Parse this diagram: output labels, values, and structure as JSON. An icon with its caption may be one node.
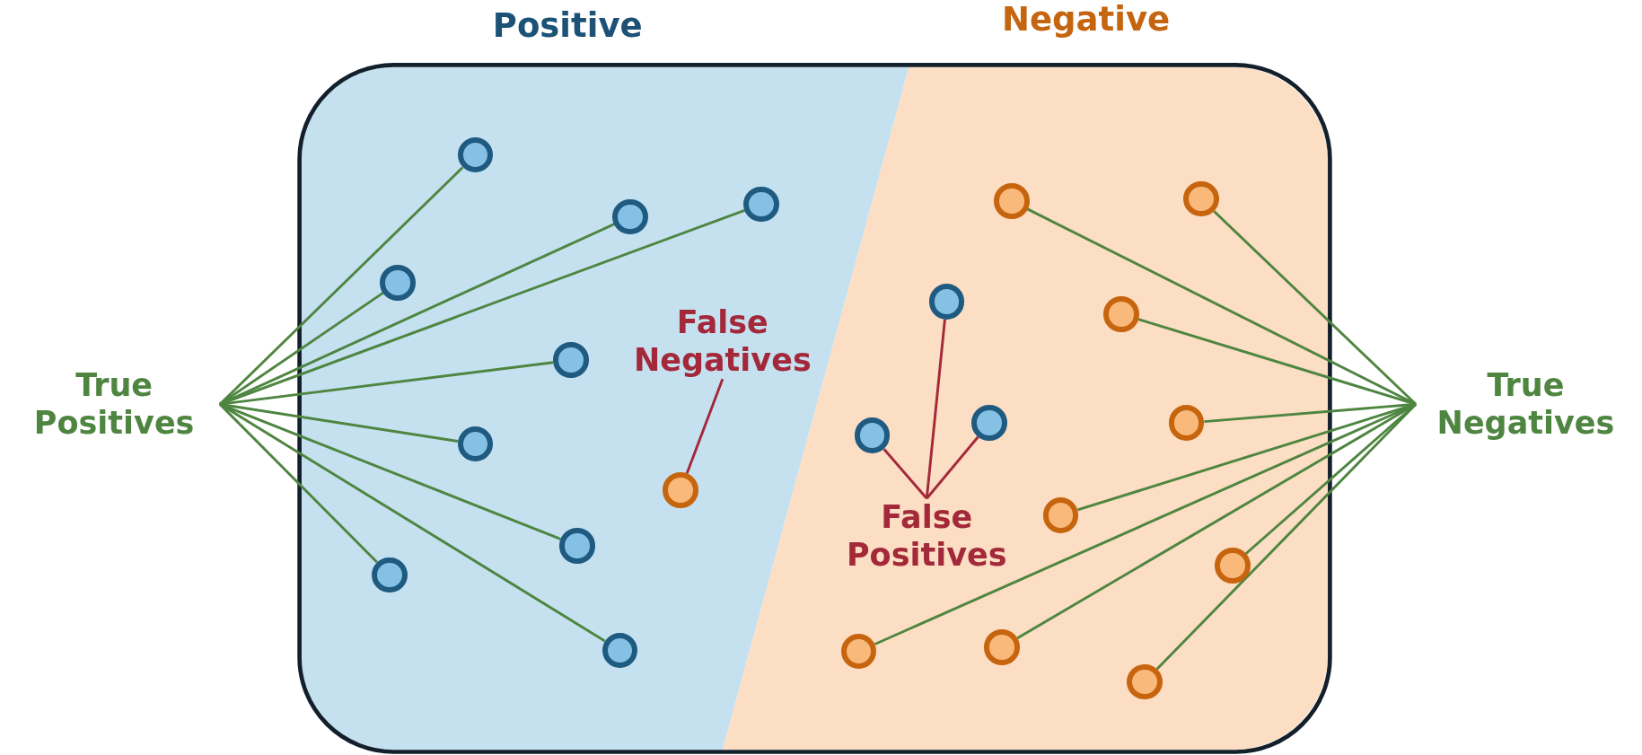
{
  "diagram": {
    "nodes": [
      {
        "text": [
          "True Positives"
        ]
      },
      {
        "text": [
          "False Negatives"
        ]
      },
      {
        "text": [
          "False Positives"
        ]
      },
      {
        "text": [
          "True Negatives"
        ]
      },
      {
        "text": [],
        "shape": "circle"
      },
      {
        "text": [],
        "shape": "circle"
      },
      {
        "text": [],
        "shape": "circle"
      },
      {
        "text": [],
        "shape": "circle"
      },
      {
        "text": [],
        "shape": "circle"
      },
      {
        "text": [],
        "shape": "circle"
      },
      {
        "text": [],
        "shape": "circle"
      },
      {
        "text": [],
        "shape": "circle"
      },
      {
        "text": [],
        "shape": "circle"
      },
      {
        "text": [],
        "shape": "circle"
      },
      {
        "text": [],
        "shape": "circle"
      },
      {
        "text": [],
        "shape": "circle"
      },
      {
        "text": [],
        "shape": "circle"
      },
      {
        "text": [],
        "shape": "circle"
      },
      {
        "text": [],
        "shape": "circle"
      },
      {
        "text": [],
        "shape": "circle"
      },
      {
        "text": [],
        "shape": "circle"
      },
      {
        "text": [],
        "shape": "circle"
      },
      {
        "text": [],
        "shape": "circle"
      },
      {
        "text": [],
        "shape": "circle"
      },
      {
        "text": [],
        "shape": "circle"
      },
      {
        "text": [],
        "shape": "circle"
      }
    ],
    "edges": [
      {
        "from": 0,
        "to": 4,
        "arrow": "none"
      },
      {
        "from": 0,
        "to": 5,
        "arrow": "none"
      },
      {
        "from": 0,
        "to": 6,
        "arrow": "none"
      },
      {
        "from": 0,
        "to": 7,
        "arrow": "none"
      },
      {
        "from": 0,
        "to": 8,
        "arrow": "none"
      },
      {
        "from": 0,
        "to": 9,
        "arrow": "none"
      },
      {
        "from": 0,
        "to": 10,
        "arrow": "none"
      },
      {
        "from": 0,
        "to": 11,
        "arrow": "none"
      },
      {
        "from": 0,
        "to": 13,
        "arrow": "none"
      },
      {
        "from": 1,
        "to": 12,
        "arrow": "none",
        "color": "#a3293a"
      },
      {
        "from": 2,
        "to": 15,
        "arrow": "none",
        "color": "#a3293a"
      },
      {
        "from": 2,
        "to": 16,
        "arrow": "none",
        "color": "#a3293a"
      },
      {
        "from": 2,
        "to": 17,
        "arrow": "none",
        "color": "#a3293a"
      },
      {
        "from": 3,
        "to": 14,
        "arrow": "none"
      },
      {
        "from": 3,
        "to": 18,
        "arrow": "none"
      },
      {
        "from": 3,
        "to": 19,
        "arrow": "none"
      },
      {
        "from": 3,
        "to": 20,
        "arrow": "none"
      },
      {
        "from": 3,
        "to": 21,
        "arrow": "none"
      },
      {
        "from": 3,
        "to": 22,
        "arrow": "none"
      },
      {
        "from": 3,
        "to": 23,
        "arrow": "none"
      },
      {
        "from": 3,
        "to": 24,
        "arrow": "none"
      },
      {
        "from": 3,
        "to": 25,
        "arrow": "none"
      }
    ],
    "labels": [
      "Positive",
      "Negative"
    ]
  }
}
